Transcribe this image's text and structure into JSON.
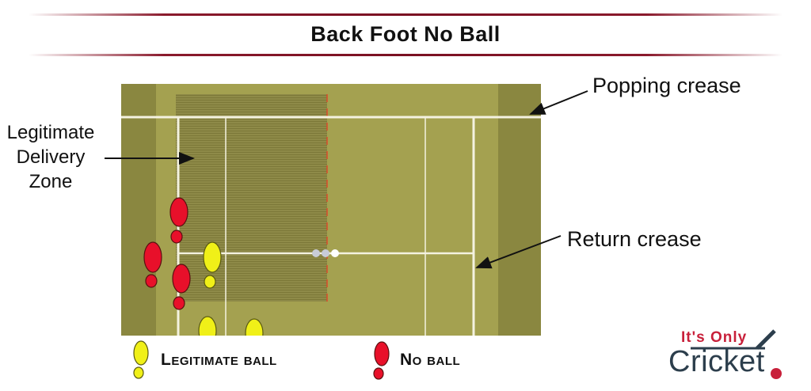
{
  "title": "Back Foot No Ball",
  "annotations": {
    "popping_crease": "Popping crease",
    "return_crease": "Return crease",
    "legitimate_zone_line1": "Legitimate",
    "legitimate_zone_line2": "Delivery",
    "legitimate_zone_line3": "Zone"
  },
  "legend": {
    "legitimate": "Legitimate ball",
    "no_ball": "No ball"
  },
  "logo": {
    "line1": "It's Only",
    "line2": "Cricket"
  },
  "colors": {
    "accent_rule": "#7a1022",
    "pitch": "#a4a150",
    "pitch_dark": "#8a8740",
    "no_ball_foot": "#e8102a",
    "legit_foot": "#f0f018",
    "logo_red": "#c8203a",
    "logo_dark": "#2c3e4c"
  }
}
